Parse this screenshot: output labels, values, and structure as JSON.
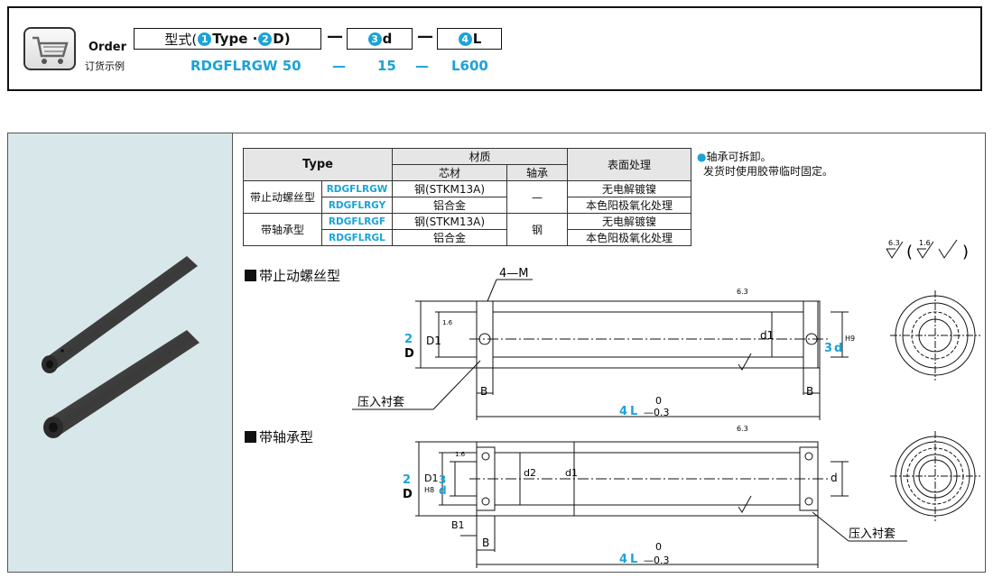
{
  "order": {
    "label": "Order",
    "label_zh": "订货示例",
    "header_type_prefix": "型式(",
    "header_type_mid": "Type · ",
    "header_type_suffix": "D)",
    "header_d": "d",
    "header_l": "L",
    "num1": "1",
    "num2": "2",
    "num3": "3",
    "num4": "4",
    "dash": "—",
    "example_type": "RDGFLRGW 50",
    "example_d": "15",
    "example_l": "L600"
  },
  "table": {
    "col_type": "Type",
    "col_material": "材质",
    "col_core": "芯材",
    "col_bearing": "轴承",
    "col_surface": "表面处理",
    "rows": [
      {
        "group": "带止动螺丝型",
        "code": "RDGFLRGW",
        "core": "钢(STKM13A)",
        "bearing": "—",
        "surface": "无电解镀镍"
      },
      {
        "group": "",
        "code": "RDGFLRGY",
        "core": "铝合金",
        "bearing": "",
        "surface": "本色阳极氧化处理"
      },
      {
        "group": "带轴承型",
        "code": "RDGFLRGF",
        "core": "钢(STKM13A)",
        "bearing": "钢",
        "surface": "无电解镀镍"
      },
      {
        "group": "",
        "code": "RDGFLRGL",
        "core": "铝合金",
        "bearing": "",
        "surface": "本色阳极氧化处理"
      }
    ]
  },
  "notes": {
    "line1": "轴承可拆卸。",
    "line2": "发货时使用胶带临时固定。"
  },
  "roughness": {
    "main": "6.3",
    "a": "1.6",
    "b": "6.3",
    "c": "1.6"
  },
  "sections": {
    "screw_type": "带止动螺丝型",
    "bearing_type": "带轴承型"
  },
  "dims": {
    "m_label": "4—M",
    "D": "D",
    "D1": "D1",
    "d1": "d1",
    "d": "d",
    "d2": "d2",
    "d_tol": "H9",
    "D1_tol": "H8",
    "B": "B",
    "B1": "B1",
    "L": "L",
    "tol_upper": "0",
    "tol_lower": "—0.3",
    "bushing": "压入衬套",
    "num2": "2",
    "num3": "3",
    "num4": "4"
  }
}
